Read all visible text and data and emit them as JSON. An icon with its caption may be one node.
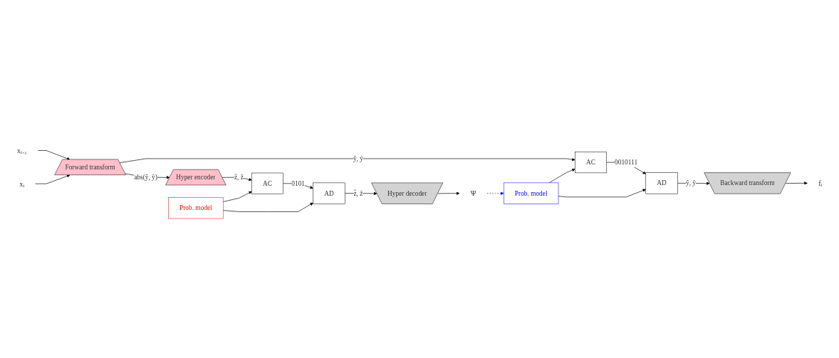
{
  "diagram": {
    "nodes": [
      {
        "text": [
          "xᵢ₋₁"
        ]
      },
      {
        "text": [
          "xᵢ"
        ]
      },
      {
        "text": [
          "Forward transform"
        ]
      },
      {
        "text": [
          "AC"
        ]
      },
      {
        "text": [
          "AD"
        ]
      },
      {
        "text": [
          "Backward transform"
        ]
      },
      {
        "text": [
          "fᵢ"
        ]
      },
      {
        "text": [
          "Prob. model"
        ]
      },
      {
        "text": [
          "Hyper encoder"
        ]
      },
      {
        "text": [
          "AC"
        ]
      },
      {
        "text": [
          "AD"
        ]
      },
      {
        "text": [
          "Hyper decoder"
        ]
      },
      {
        "text": [
          "Ψ"
        ]
      },
      {
        "text": [
          "Prob. model"
        ]
      }
    ],
    "edges": [
      {
        "from": 0,
        "to": 2,
        "arrow": "to"
      },
      {
        "from": 1,
        "to": 2,
        "arrow": "to"
      },
      {
        "from": 2,
        "to": 3,
        "arrow": "to",
        "label": "ỹ, ŷ"
      },
      {
        "from": 3,
        "to": 4,
        "arrow": "to",
        "label": "0010111"
      },
      {
        "from": 4,
        "to": 5,
        "arrow": "to",
        "label": "ỹ, ŷ"
      },
      {
        "from": 5,
        "to": 6,
        "arrow": "to"
      },
      {
        "from": 7,
        "to": 3,
        "arrow": "to"
      },
      {
        "from": 7,
        "to": 4,
        "arrow": "to"
      },
      {
        "from": 2,
        "to": 8,
        "arrow": "to",
        "label": "abs(ỹ, ŷ)"
      },
      {
        "from": 8,
        "to": 9,
        "arrow": "to",
        "label": "z̃, ẑ"
      },
      {
        "from": 9,
        "to": 10,
        "arrow": "to",
        "label": "0101"
      },
      {
        "from": 10,
        "to": 11,
        "arrow": "to",
        "label": "z̃, ẑ"
      },
      {
        "from": 11,
        "to": 12,
        "arrow": "to"
      },
      {
        "from": 12,
        "to": 7,
        "arrow": "to",
        "style": "dashed",
        "color": "#0000ff"
      },
      {
        "from": 13,
        "to": 9,
        "arrow": "to"
      },
      {
        "from": 13,
        "to": 10,
        "arrow": "to"
      }
    ]
  }
}
